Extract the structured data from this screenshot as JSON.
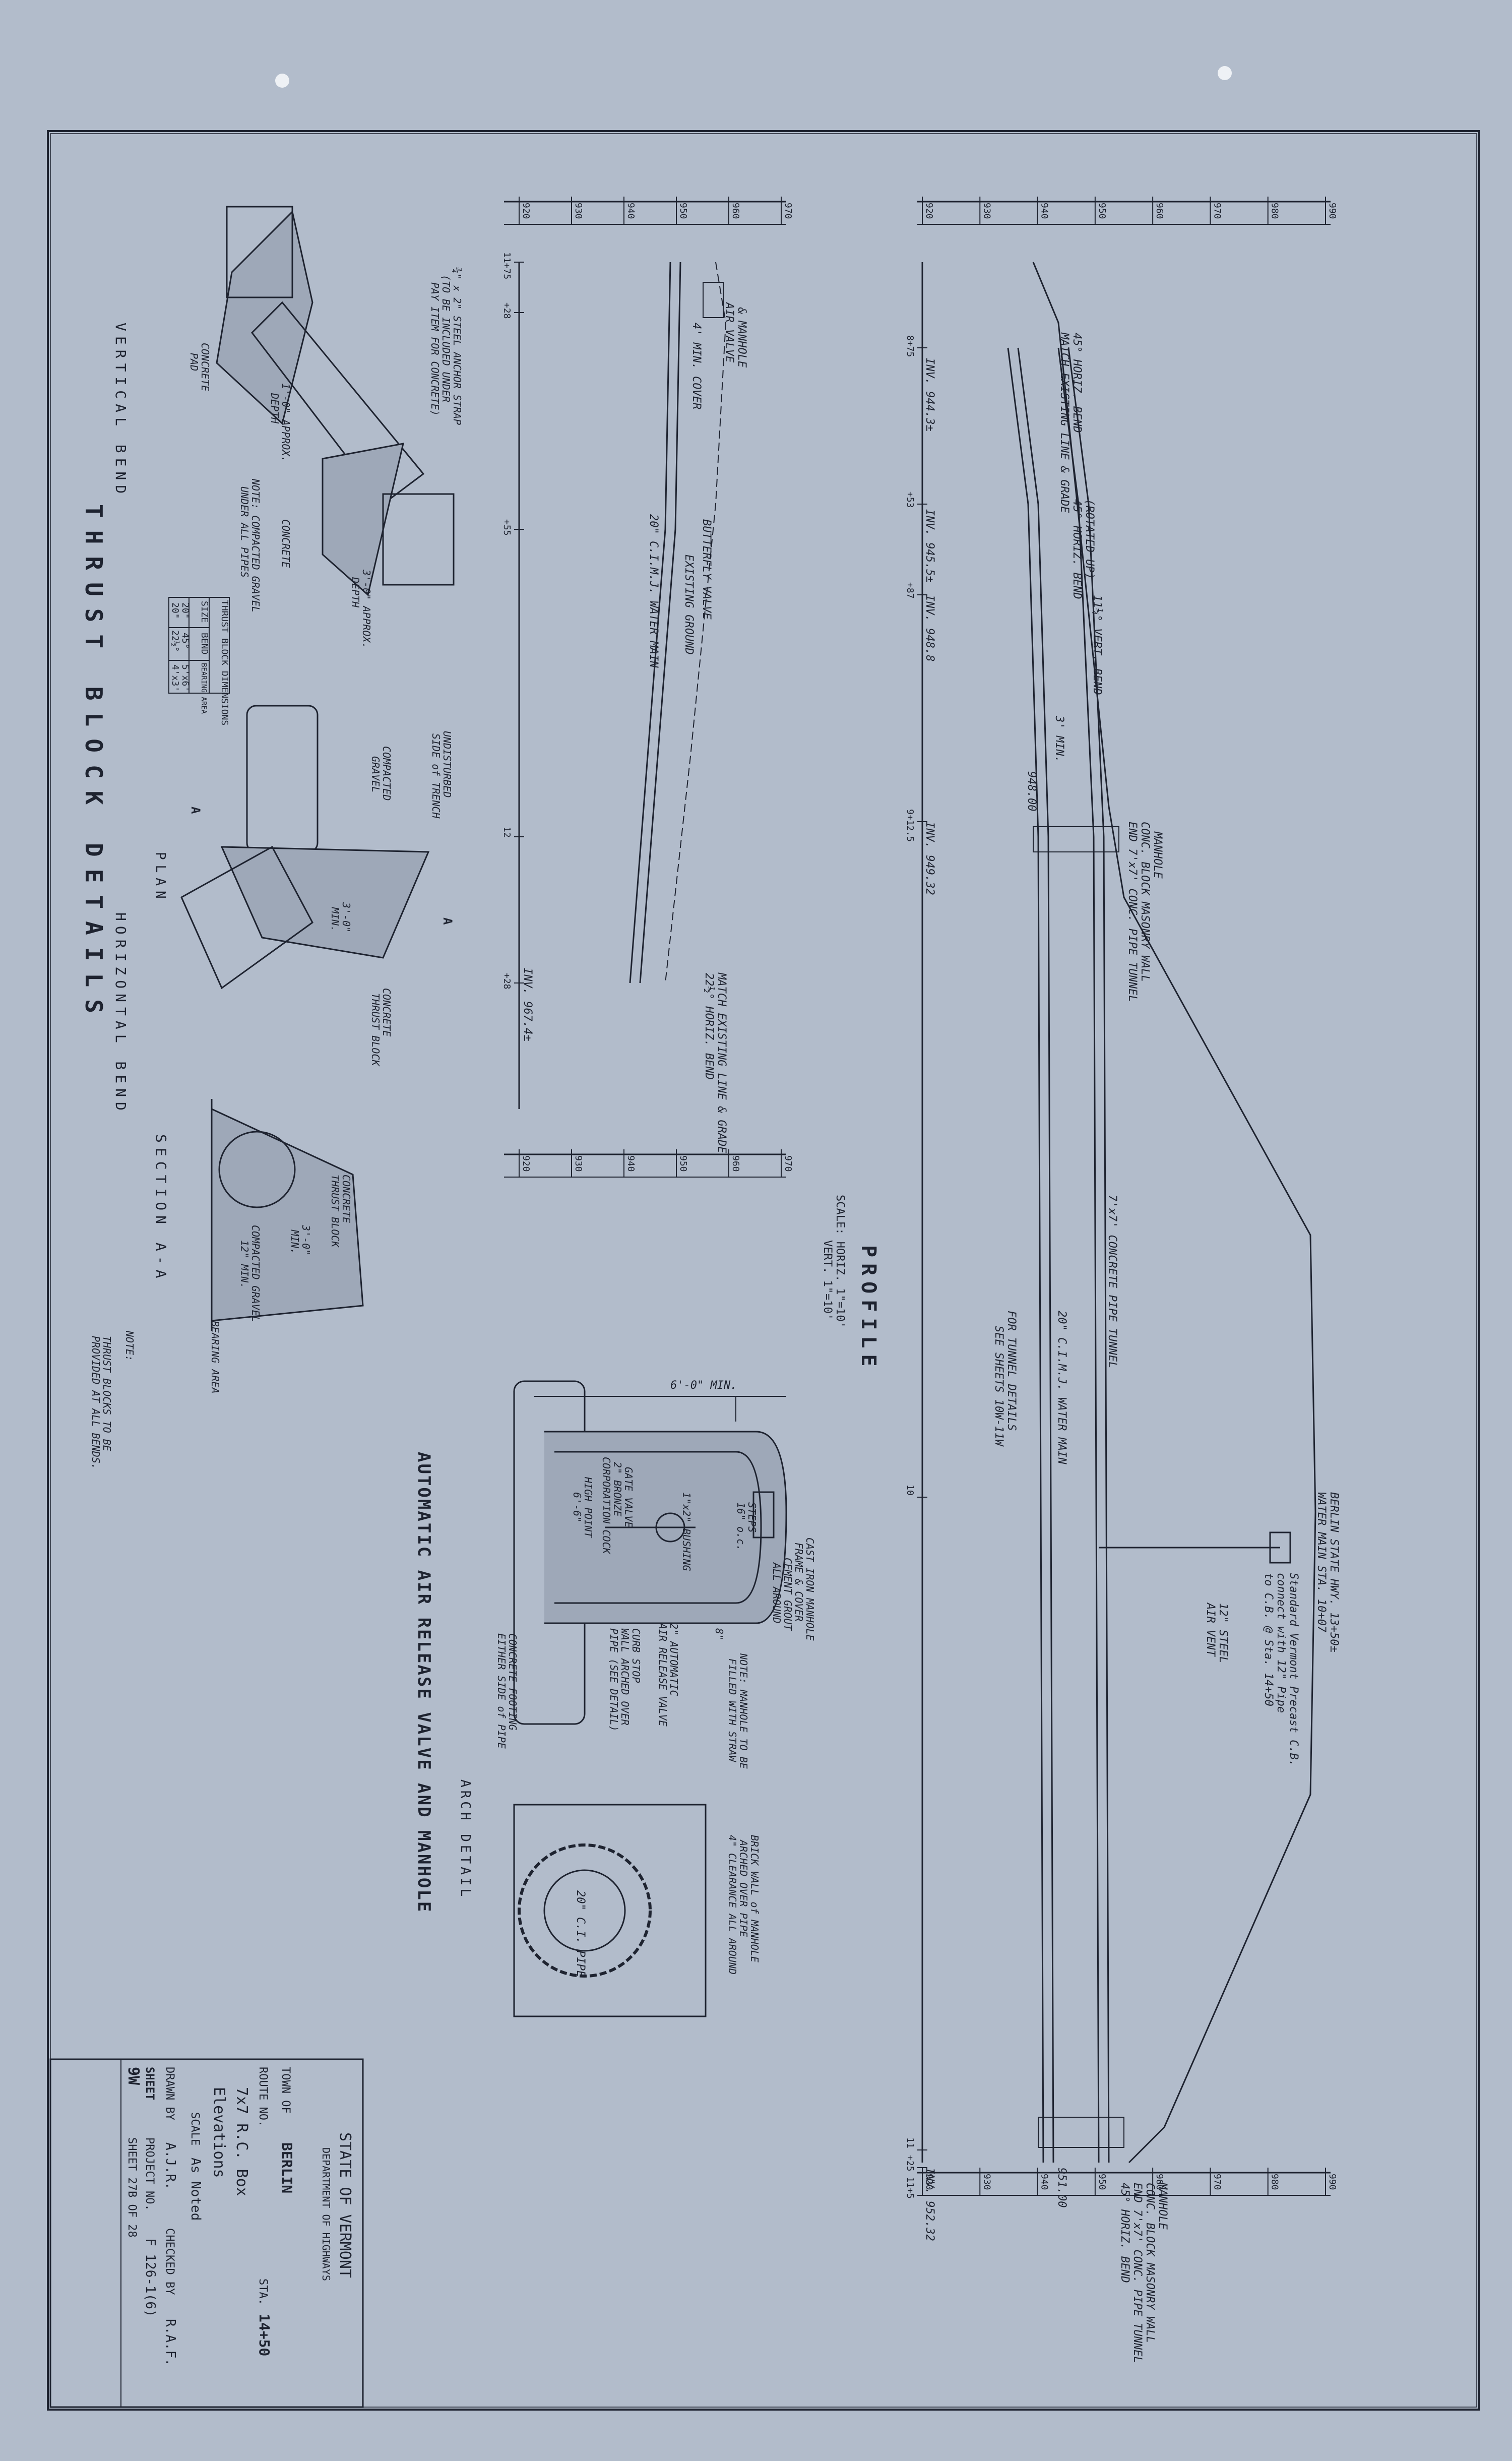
{
  "sheet": {
    "paper_color": "#b2bccb",
    "ink_color": "#1e2330"
  },
  "title_block": {
    "agency": "STATE OF VERMONT",
    "department": "DEPARTMENT OF HIGHWAYS",
    "town_label": "TOWN OF",
    "town": "BERLIN",
    "route_label": "ROUTE NO.",
    "sta_label": "STA.",
    "sta": "14+50",
    "line1": "7x7 R.C. Box",
    "line2": "Elevations",
    "scale_label": "SCALE",
    "scale": "As Noted",
    "drawn_label": "DRAWN BY",
    "drawn": "A.J.R.",
    "checked_label": "CHECKED BY",
    "checked": "R.A.F.",
    "project_label": "PROJECT NO.",
    "project": "F 126-1(6)",
    "sheet_label": "SHEET",
    "sheet_no": "9W",
    "sheet_of": "SHEET 27B OF 28"
  },
  "profile_main": {
    "elev_labels": [
      "920",
      "930",
      "940",
      "950",
      "960",
      "970",
      "980",
      "990"
    ],
    "stations": [
      "8+75",
      "+53",
      "+87",
      "9+12.5",
      "10",
      "11",
      "+25 11+5"
    ],
    "callouts": [
      "INV. 944.3±",
      "MATCH EXISTING LINE & GRADE",
      "45° HORIZ. BEND",
      "INV. 945.5±",
      "45° HORIZ. BEND",
      "(ROTATED UP)",
      "INV. 948.8",
      "11¼° VERT. BEND",
      "3' MIN.",
      "948.00",
      "INV. 949.32",
      "END 7'x7' CONC. PIPE TUNNEL",
      "CONC. BLOCK MASONRY WALL",
      "MANHOLE",
      "7'x7' CONCRETE PIPE TUNNEL",
      "20\" C.I.M.J. WATER MAIN",
      "FOR TUNNEL DETAILS",
      "SEE SHEETS 10W-11W",
      "BERLIN STATE HWY. 13+50±",
      "WATER MAIN STA. 10+07",
      "Standard Vermont Precast C.B.",
      "connect with 12\" Pipe",
      "to C.B. @ Sta. 14+50",
      "12\" STEEL",
      "AIR VENT",
      "MANHOLE",
      "CONC. BLOCK MASONRY WALL",
      "END 7'x7' CONC. PIPE TUNNEL",
      "45° HORIZ. BEND",
      "INV. 952.32",
      "951.00"
    ]
  },
  "profile_small": {
    "elev_labels": [
      "920",
      "930",
      "940",
      "950",
      "960",
      "970"
    ],
    "stations": [
      "11+75",
      "+28",
      "+55",
      "12",
      "+28"
    ],
    "callouts": [
      "AIR VALVE",
      "& MANHOLE",
      "4' MIN. COVER",
      "BUTTERFLY VALVE",
      "20\" C.I.M.J. WATER MAIN",
      "EXISTING GROUND",
      "INV. 967.4±",
      "22½° HORIZ. BEND",
      "MATCH EXISTING LINE & GRADE"
    ],
    "title": "PROFILE",
    "scale_h": "SCALE: HORIZ. 1\"=10'",
    "scale_v": "VERT. 1\"=10'"
  },
  "air_release": {
    "title": "AUTOMATIC AIR RELEASE VALVE AND MANHOLE",
    "callouts": [
      "6'-0\" MIN.",
      "CAST IRON MANHOLE",
      "FRAME & COVER",
      "CEMENT GROUT",
      "ALL AROUND",
      "NOTE: MANHOLE TO BE",
      "FILLED WITH STRAW",
      "STEPS",
      "16\" o.c.",
      "8\"",
      "2\" AUTOMATIC",
      "AIR RELEASE VALVE",
      "CURB STOP",
      "WALL ARCHED OVER",
      "PIPE (SEE DETAIL)",
      "CONCRETE FOOTING",
      "EITHER SIDE of PIPE",
      "GATE VALVE",
      "1\"x2\" BUSHING",
      "2\" BRONZE",
      "CORPORATION COCK",
      "HIGH POINT",
      "6'-6\""
    ],
    "arch_detail_title": "ARCH DETAIL",
    "arch_notes": [
      "BRICK WALL of MANHOLE",
      "ARCHED OVER PIPE",
      "4\" CLEARANCE ALL AROUND"
    ],
    "arch_pipe_label": "20\" C.I. PIPE"
  },
  "thrust_block": {
    "title": "THRUST BLOCK DETAILS",
    "vertical_bend_title": "VERTICAL BEND",
    "horizontal_bend_title": "HORIZONTAL BEND",
    "plan_label": "PLAN",
    "section_title": "SECTION A-A",
    "section_marker": "A",
    "vertical_callouts": [
      "¾\" x 2\" STEEL ANCHOR STRAP",
      "(TO BE INCLUDED UNDER",
      "PAY ITEM FOR CONCRETE)",
      "CONCRETE",
      "PAD",
      "1'-0\" APPROX.",
      "DEPTH",
      "CONCRETE",
      "3'-0\" APPROX.",
      "DEPTH",
      "NOTE: COMPACTED GRAVEL",
      "UNDER ALL PIPES"
    ],
    "table_title": "THRUST BLOCK DIMENSIONS",
    "table_headers": [
      "SIZE",
      "BEND",
      "BEARING AREA"
    ],
    "table_rows": [
      [
        "20\"",
        "45°",
        "5'x6'"
      ],
      [
        "20\"",
        "22½°",
        "4'x3'"
      ]
    ],
    "horizontal_callouts": [
      "UNDISTURBED",
      "SIDE of TRENCH",
      "COMPACTED",
      "GRAVEL",
      "3'-0\"",
      "MIN.",
      "CONCRETE",
      "THRUST BLOCK"
    ],
    "section_callouts": [
      "CONCRETE",
      "THRUST BLOCK",
      "3'-0\"",
      "MIN.",
      "COMPACTED GRAVEL",
      "12\" MIN.",
      "BEARING AREA"
    ],
    "note_title": "NOTE:",
    "note_lines": [
      "THRUST BLOCKS TO BE",
      "PROVIDED AT ALL BENDS."
    ]
  }
}
